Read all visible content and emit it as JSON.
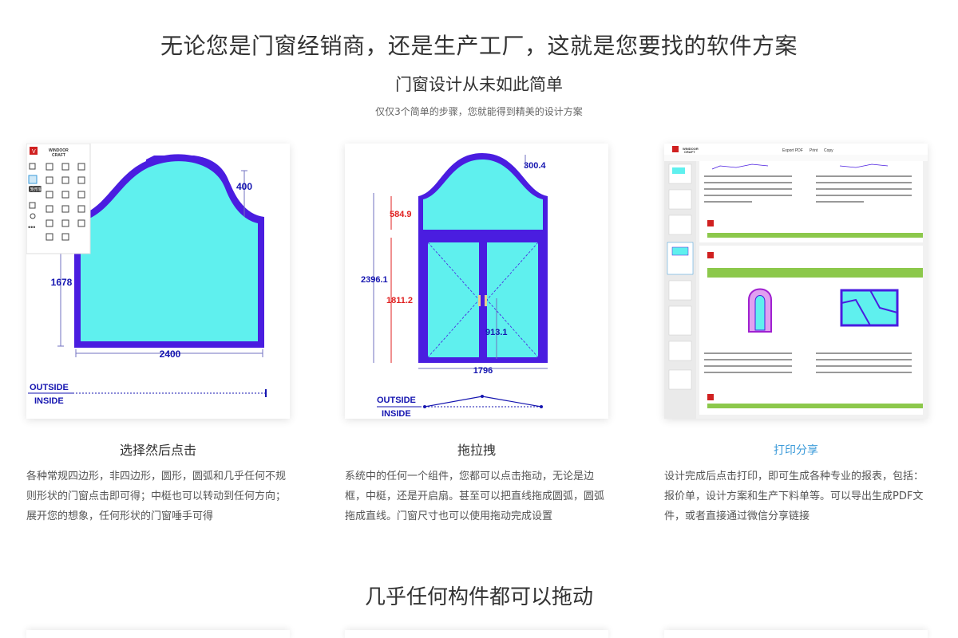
{
  "headline": "无论您是门窗经销商，还是生产工厂，这就是您要找的软件方案",
  "subtitle": "门窗设计从未如此简单",
  "tagline": "仅仅3个简单的步骤，您就能得到精美的设计方案",
  "cards": [
    {
      "title": "选择然后点击",
      "description": "各种常规四边形，非四边形，圆形，圆弧和几乎任何不规则形状的门窗点击即可得；中梃也可以转动到任何方向；展开您的想象，任何形状的门窗唾手可得",
      "image": {
        "logo_line1": "WINDOOR",
        "logo_line2": "CRAFT",
        "tooltip": "矩形窗",
        "dim_top": "400",
        "dim_left": "1678",
        "dim_bottom": "2400",
        "outside": "OUTSIDE",
        "inside": "INSIDE"
      }
    },
    {
      "title": "拖拉拽",
      "description": "系统中的任何一个组件，您都可以点击拖动，无论是边框，中梃，还是开启扇。甚至可以把直线拖成圆弧，圆弧拖成直线。门窗尺寸也可以使用拖动完成设置",
      "image": {
        "dim_arc": "300.4",
        "dim_top_red": "584.9",
        "dim_total": "2396.1",
        "dim_mid_red": "1811.2",
        "dim_inner": "913.1",
        "dim_bottom": "1796",
        "outside": "OUTSIDE",
        "inside": "INSIDE"
      }
    },
    {
      "title": "打印分享",
      "description": "设计完成后点击打印，即可生成各种专业的报表，包括：报价单，设计方案和生产下料单等。可以导出生成PDF文件，或者直接通过微信分享链接",
      "image": {
        "logo_line1": "WINDOOR",
        "logo_line2": "CRAFT",
        "toolbar_export": "Export PDF",
        "toolbar_print": "Print",
        "toolbar_copy": "Copy"
      }
    }
  ],
  "section2_title": "几乎任何构件都可以拖动",
  "colors": {
    "glass": "#5ff0ee",
    "frame": "#4a1de0",
    "dim_blue": "#1515b0",
    "dim_red": "#e02020",
    "link": "#3a9ad9",
    "report_green": "#8cc84b"
  }
}
